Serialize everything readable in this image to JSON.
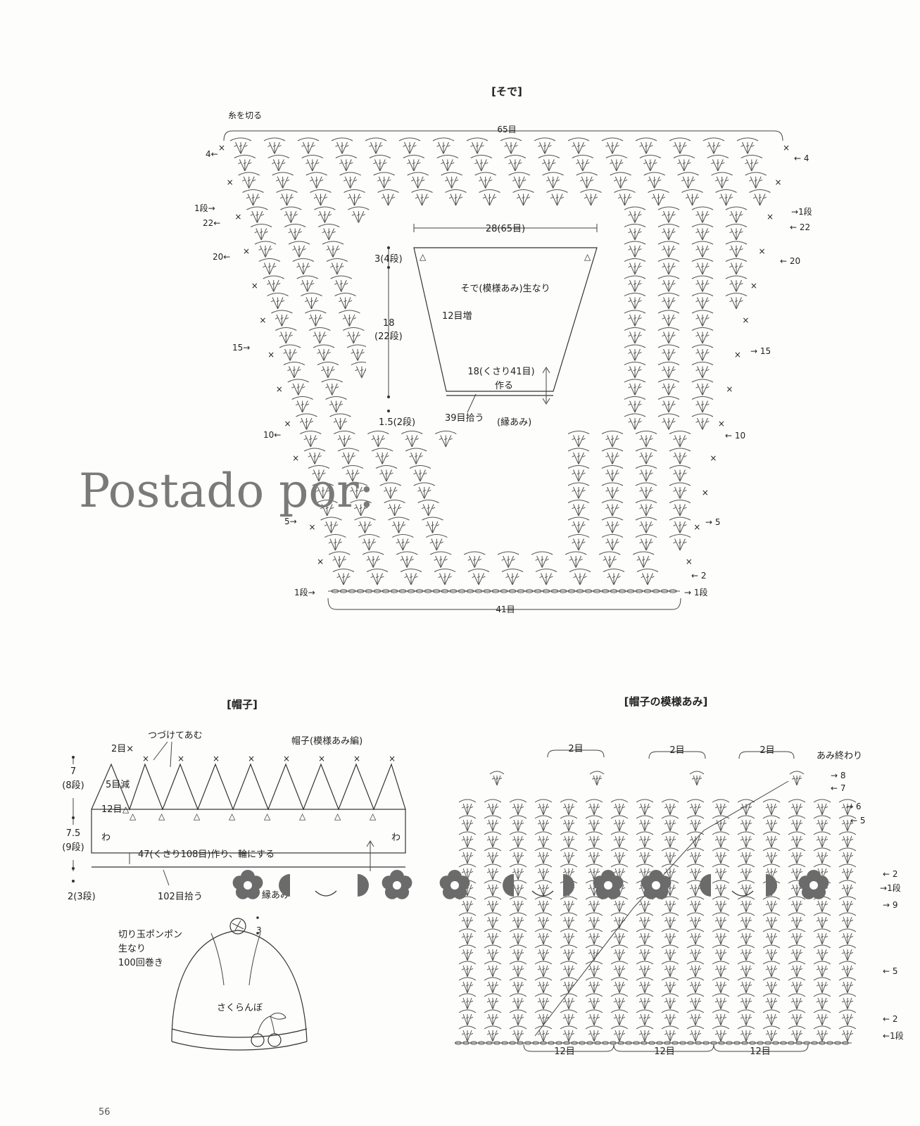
{
  "sleeve": {
    "title": "[そで]",
    "cut_yarn": "糸を切る",
    "top_stitches": "65目",
    "bottom_stitches": "41目",
    "row_labels_left": [
      {
        "text": "4",
        "arrow": "←"
      },
      {
        "text": "1段",
        "arrow": "→"
      },
      {
        "text": "22",
        "arrow": "←"
      },
      {
        "text": "20",
        "arrow": "←"
      },
      {
        "text": "15",
        "arrow": "→"
      },
      {
        "text": "10",
        "arrow": "←"
      },
      {
        "text": "5",
        "arrow": "→"
      },
      {
        "text": "1段",
        "arrow": "→"
      }
    ],
    "row_labels_right": [
      {
        "text": "4",
        "arrow": "←"
      },
      {
        "text": "1段",
        "arrow": "→"
      },
      {
        "text": "22",
        "arrow": "←"
      },
      {
        "text": "20",
        "arrow": "←"
      },
      {
        "text": "15",
        "arrow": "→"
      },
      {
        "text": "10",
        "arrow": "←"
      },
      {
        "text": "5",
        "arrow": "→"
      },
      {
        "text": "2",
        "arrow": "←"
      },
      {
        "text": "1段",
        "arrow": "→"
      }
    ],
    "schematic": {
      "top_width": "28(65目)",
      "height_top": "3(4段)",
      "height_mid": "18",
      "height_mid_rows": "(22段)",
      "height_bottom": "1.5(2段)",
      "name": "そで(模様あみ)生なり",
      "increase": "12目増",
      "cast_on": "18(くさり41目)",
      "cast_on_2": "作る",
      "pickup": "39目拾う",
      "edging": "(縁あみ)"
    }
  },
  "hat": {
    "title": "[帽子]",
    "continue": "つづけてあむ",
    "decrease_top": "2目×",
    "name": "帽子(模様あみ編)",
    "height_top": "7",
    "height_top_rows": "(8段)",
    "decrease_mid": "5目減",
    "decrease_12": "12目",
    "height_mid": "7.5",
    "height_mid_rows": "(9段)",
    "wa_left": "わ",
    "wa_right": "わ",
    "cast_on": "47(くさり108目)作り、輪にする",
    "pickup": "102目拾う",
    "edging": "縁あみ",
    "height_bottom": "2(3段)",
    "pompom_1": "切り玉ポンポン",
    "pompom_2": "生なり",
    "pompom_3": "100回巻き",
    "pompom_size": "3",
    "cherry": "さくらんぼ"
  },
  "hat_pattern": {
    "title": "[帽子の模様あみ]",
    "repeat_top": [
      "2目",
      "2目",
      "2目"
    ],
    "repeat_bottom": [
      "12目",
      "12目",
      "12目"
    ],
    "end_label": "あみ終わり",
    "row_labels_right": [
      {
        "text": "8",
        "arrow": "→"
      },
      {
        "text": "7",
        "arrow": "←"
      },
      {
        "text": "6",
        "arrow": "→"
      },
      {
        "text": "5",
        "arrow": "←"
      },
      {
        "text": "2",
        "arrow": "←"
      },
      {
        "text": "1段",
        "arrow": "→"
      },
      {
        "text": "9",
        "arrow": "→"
      },
      {
        "text": "5",
        "arrow": "←"
      },
      {
        "text": "2",
        "arrow": "←"
      },
      {
        "text": "1段",
        "arrow": "←"
      }
    ]
  },
  "watermark": "Postado por:",
  "page_number": "56"
}
